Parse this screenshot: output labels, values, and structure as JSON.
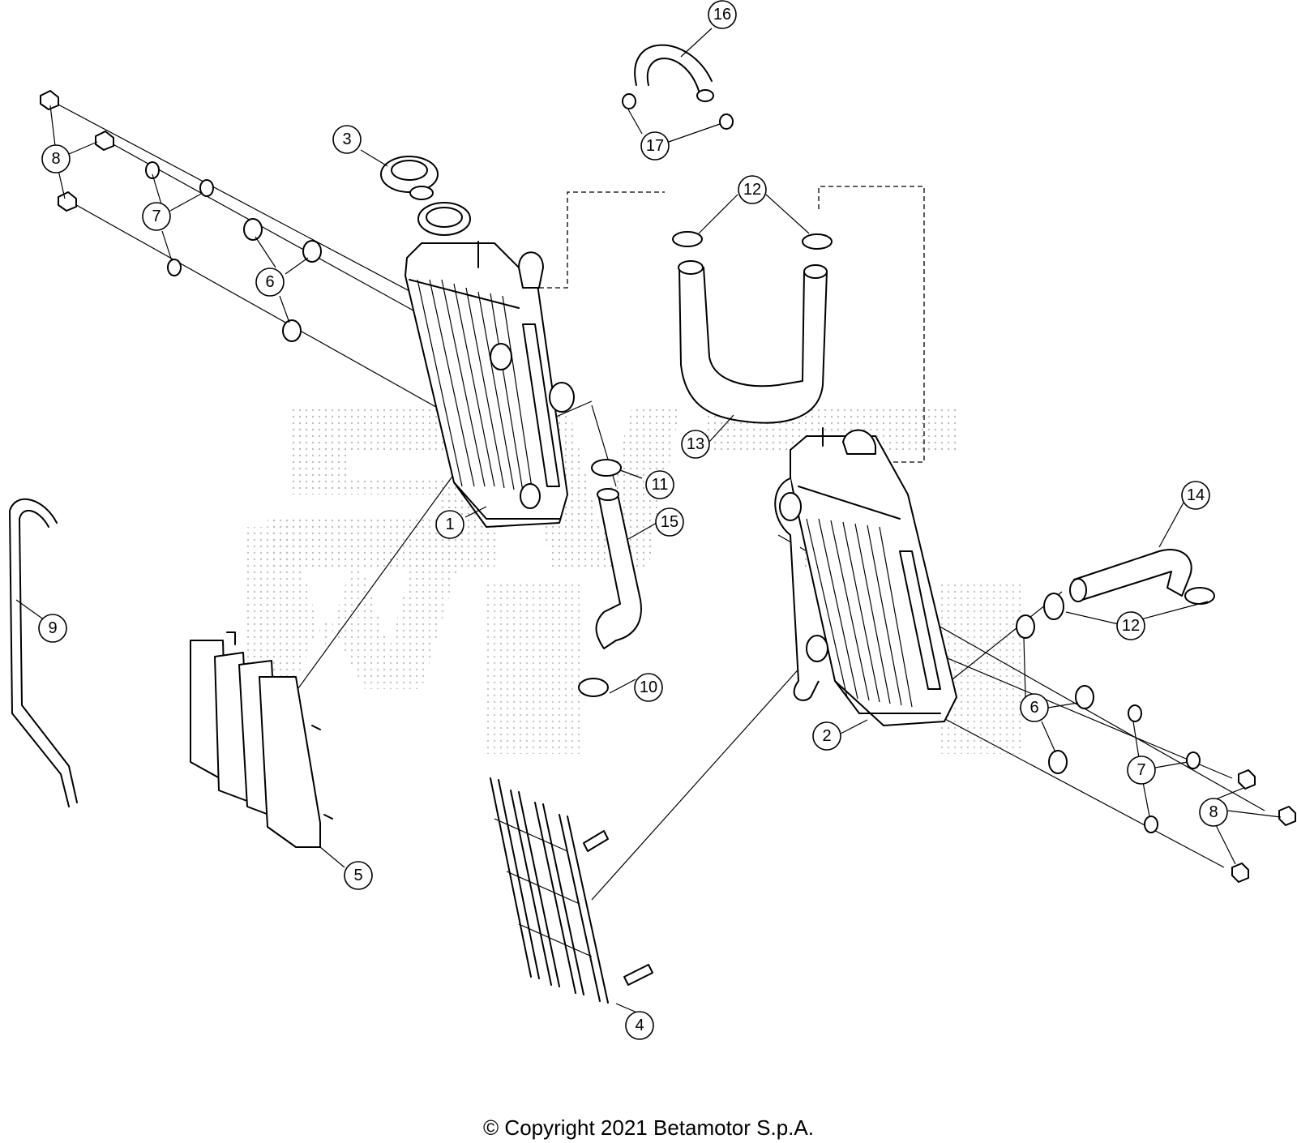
{
  "copyright": "© Copyright 2021 Betamotor S.p.A.",
  "callouts": {
    "c1": "1",
    "c2": "2",
    "c3": "3",
    "c4": "4",
    "c5": "5",
    "c6a": "6",
    "c6b": "6",
    "c7a": "7",
    "c7b": "7",
    "c8a": "8",
    "c8b": "8",
    "c9": "9",
    "c10": "10",
    "c11": "11",
    "c12a": "12",
    "c12b": "12",
    "c13": "13",
    "c14": "14",
    "c15": "15",
    "c16": "16",
    "c17": "17"
  },
  "colors": {
    "line": "#000000",
    "background": "#ffffff",
    "watermark": "#bdbdbd"
  }
}
